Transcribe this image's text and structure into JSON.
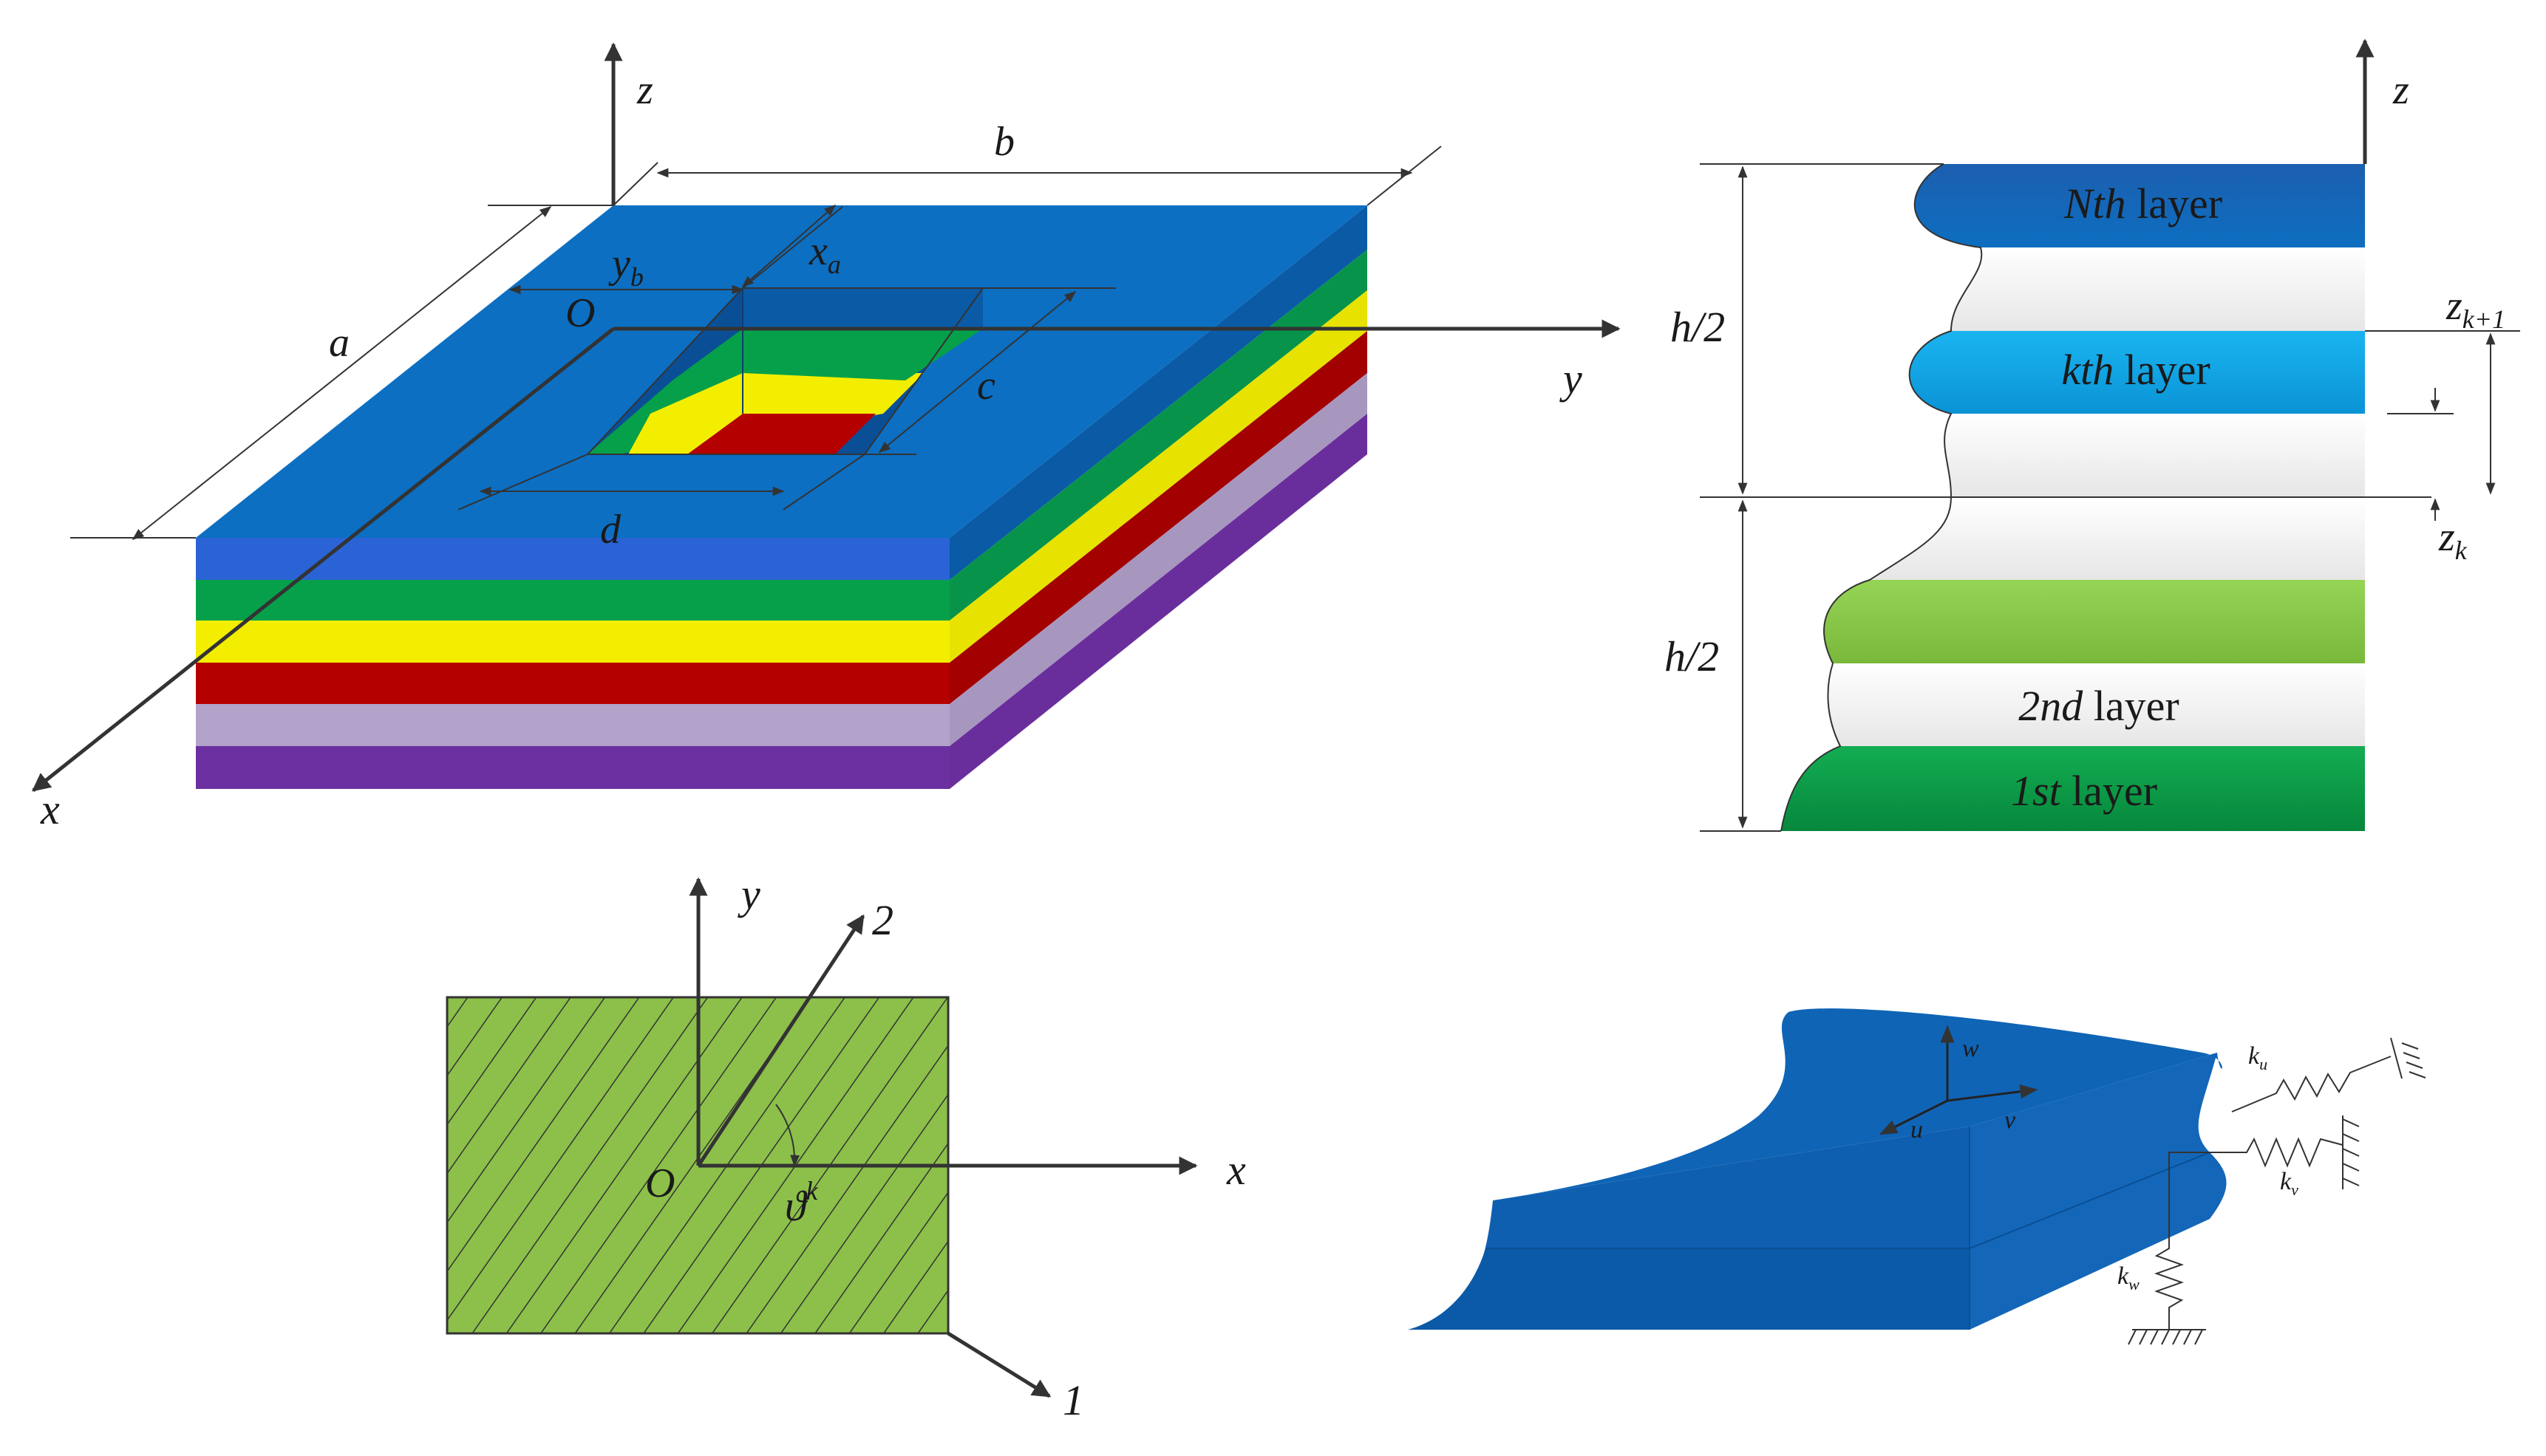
{
  "panel_a": {
    "axes": {
      "z": "z",
      "y": "y",
      "x": "x",
      "origin": "O"
    },
    "dims": {
      "a": "a",
      "b": "b",
      "c": "c",
      "d": "d",
      "xa": "x",
      "xa_sub": "a",
      "yb": "y",
      "yb_sub": "b"
    },
    "layer_colors": [
      "#2a63d6",
      "#06a04a",
      "#f3ee00",
      "#b50000",
      "#b3a2c9",
      "#6b2fa0"
    ],
    "top_color": "#0c6fc2"
  },
  "panel_b": {
    "axis_z": "z",
    "half_top": "h/2",
    "half_bottom": "h/2",
    "layers": [
      {
        "ital": "Nth",
        "rest": " layer",
        "color": "#0d6ec0"
      },
      {
        "ital": "kth",
        "rest": " layer",
        "color": "#09a8e8"
      },
      {
        "ital": "2nd",
        "rest": " layer",
        "color": "#eeeeee"
      },
      {
        "ital": "1st",
        "rest": " layer",
        "color": "#0a9a46"
      }
    ],
    "zk1": "z",
    "zk1_sub": "k+1",
    "zk": "z",
    "zk_sub": "k",
    "green_layer_color": "#8acb48"
  },
  "panel_c": {
    "axis_y": "y",
    "axis_x": "x",
    "axis_2": "2",
    "axis_1": "1",
    "origin": "O",
    "angle": "ϑ",
    "angle_sup": "k",
    "fill_color": "#8cc04a"
  },
  "panel_d": {
    "w": "w",
    "u": "u",
    "v": "v",
    "ku": "k",
    "ku_sub": "u",
    "kv": "k",
    "kv_sub": "v",
    "kw": "k",
    "kw_sub": "w",
    "plate_color": "#0f64b5"
  }
}
